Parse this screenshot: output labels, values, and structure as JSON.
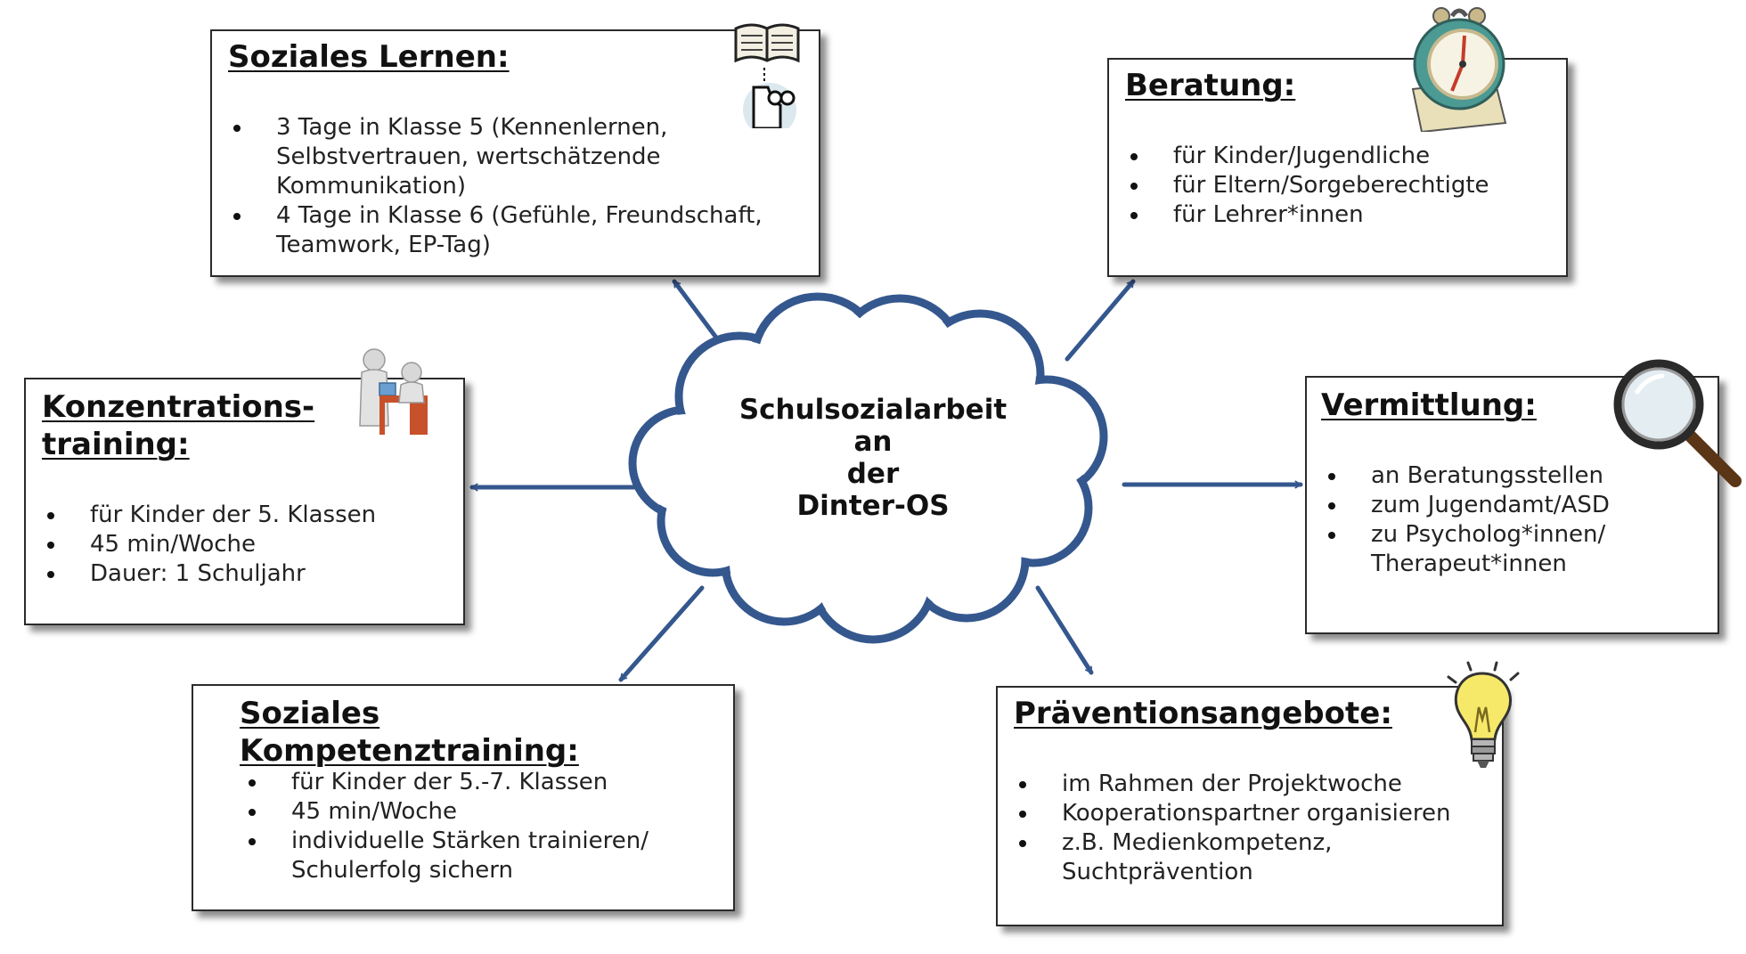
{
  "center": {
    "lines": [
      "Schulsozialarbeit",
      "an",
      "der",
      "Dinter-OS"
    ]
  },
  "boxes": {
    "soziales_lernen": {
      "title": "Soziales Lernen:",
      "items": [
        "3 Tage in Klasse 5 (Kennenlernen, Selbstvertrauen, wertschätzende Kommunikation)",
        "4 Tage in Klasse 6 (Gefühle, Freundschaft, Teamwork, EP-Tag)"
      ]
    },
    "beratung": {
      "title": "Beratung:",
      "items": [
        "für Kinder/Jugendliche",
        "für Eltern/Sorgeberechtigte",
        "für Lehrer*innen"
      ]
    },
    "konzentration": {
      "title_line1": "Konzentrations-",
      "title_line2": "training:",
      "items": [
        "für Kinder der 5. Klassen",
        "45 min/Woche",
        "Dauer: 1 Schuljahr"
      ]
    },
    "vermittlung": {
      "title": "Vermittlung:",
      "items": [
        "an Beratungsstellen",
        "zum Jugendamt/ASD",
        "zu Psycholog*innen/ Therapeut*innen"
      ]
    },
    "kompetenz": {
      "title_line1": "Soziales",
      "title_line2": "Kompetenztraining:",
      "items": [
        "für Kinder der 5.-7. Klassen",
        "45 min/Woche",
        "individuelle Stärken trainieren/ Schulerfolg sichern"
      ]
    },
    "praevention": {
      "title": "Präventionsangebote:",
      "items": [
        "im Rahmen der Projektwoche",
        "Kooperationspartner organisieren",
        "z.B. Medienkompetenz, Suchtprävention"
      ]
    }
  },
  "colors": {
    "arrow": "#34578e",
    "cloud_stroke": "#34578e",
    "box_border": "#2b2b2b"
  },
  "icons": [
    "book-reader-icon",
    "alarm-clock-icon",
    "people-at-desk-icon",
    "magnifier-icon",
    "lightbulb-icon"
  ]
}
